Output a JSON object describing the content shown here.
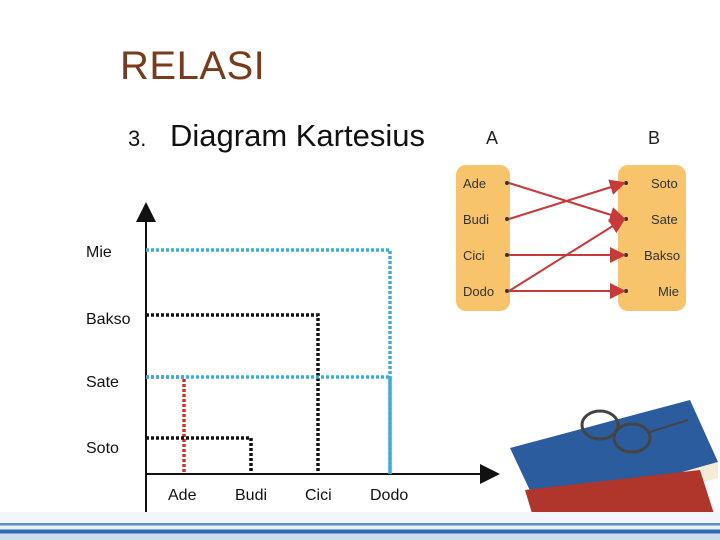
{
  "slide": {
    "title": "RELASI",
    "subtitle_number": "3.",
    "subtitle": "Diagram Kartesius"
  },
  "cartesian": {
    "y_categories": [
      "Soto",
      "Sate",
      "Bakso",
      "Mie"
    ],
    "x_categories": [
      "Ade",
      "Budi",
      "Cici",
      "Dodo"
    ],
    "points": [
      {
        "x": "Ade",
        "y": "Sate",
        "color": "#d9302b"
      },
      {
        "x": "Budi",
        "y": "Soto",
        "color": "#111111"
      },
      {
        "x": "Cici",
        "y": "Bakso",
        "color": "#111111"
      },
      {
        "x": "Dodo",
        "y": "Mie",
        "color": "#3aaed8"
      },
      {
        "x": "Dodo",
        "y": "Sate",
        "color": "#3aaed8"
      }
    ]
  },
  "arrow_diagram": {
    "set_a_label": "A",
    "set_b_label": "B",
    "set_a": [
      "Ade",
      "Budi",
      "Cici",
      "Dodo"
    ],
    "set_b": [
      "Soto",
      "Sate",
      "Bakso",
      "Mie"
    ],
    "relations": [
      {
        "from": "Ade",
        "to": "Sate"
      },
      {
        "from": "Budi",
        "to": "Soto"
      },
      {
        "from": "Cici",
        "to": "Bakso"
      },
      {
        "from": "Dodo",
        "to": "Mie"
      },
      {
        "from": "Dodo",
        "to": "Sate"
      }
    ],
    "arrow_color": "#c8393a",
    "box_color": "#f7c46c"
  }
}
